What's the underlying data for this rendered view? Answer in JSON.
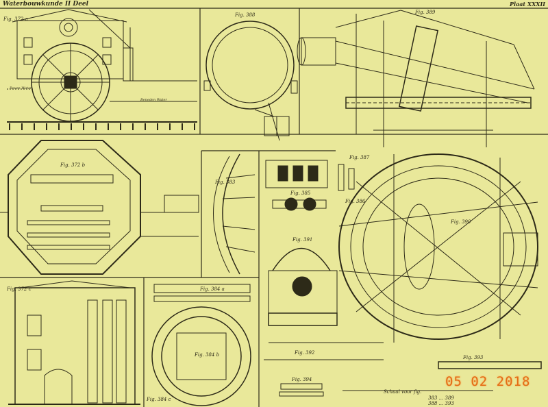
{
  "header": {
    "title": "Waterbouwkunde II Deel",
    "plate": "Plaat XXXII"
  },
  "figures": {
    "f372a": "Fig. 372 a",
    "f388": "Fig. 388",
    "f389": "Fig. 389",
    "f372b": "Fig. 372 b",
    "f383": "Fig. 383",
    "f387": "Fig. 387",
    "f385": "Fig. 385",
    "f386": "Fig. 386",
    "f390": "Fig. 390",
    "f391": "Fig. 391",
    "f372c": "Fig. 372 c",
    "f384a": "Fig. 384 a",
    "f384b": "Fig. 384 b",
    "f392": "Fig. 392",
    "f394": "Fig. 394",
    "f393": "Fig. 393",
    "f384c": "Fig. 384 c"
  },
  "notes": {
    "upper_water": "Boven Water",
    "lower_water": "Beneden Water"
  },
  "scale": {
    "caption": "Schaal voor fig.",
    "row1": "383 ... 389",
    "row2": "388 ... 393"
  },
  "date_stamp": "05 02 2018",
  "colors": {
    "paper": "#e9e89a",
    "ink": "#2d2a18",
    "stamp": "#e46c14"
  }
}
